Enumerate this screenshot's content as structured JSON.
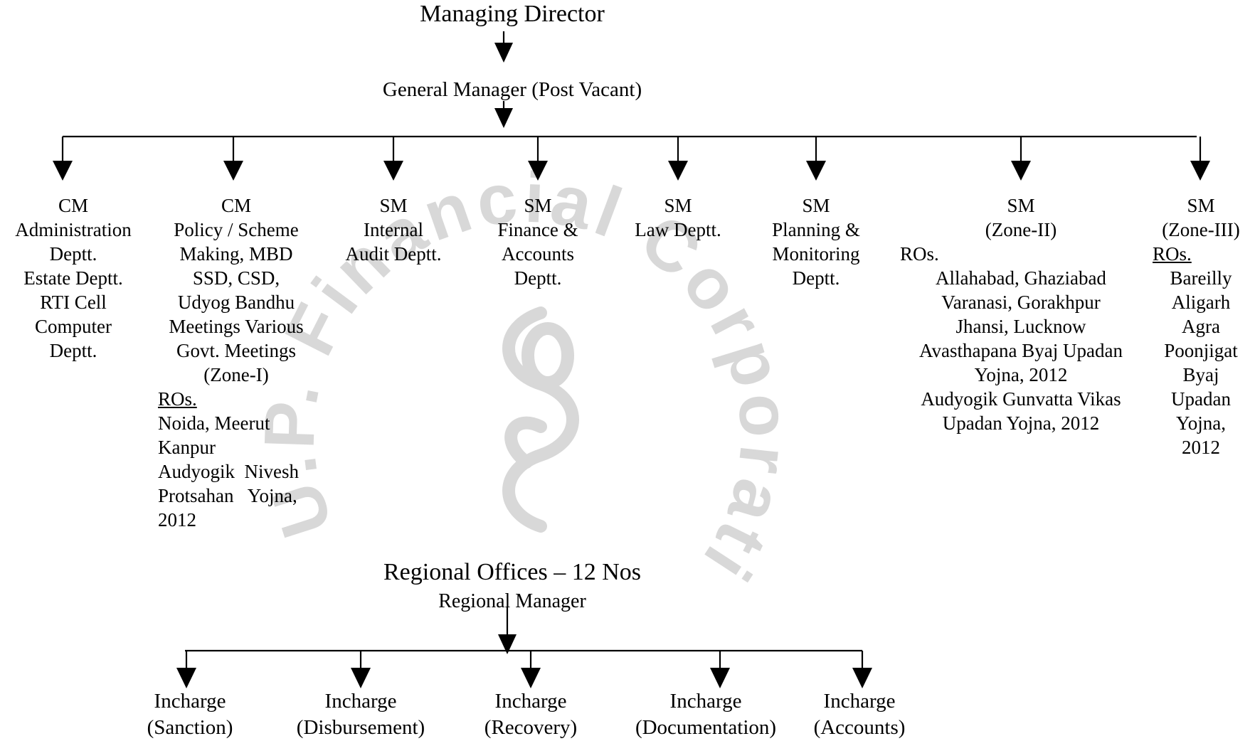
{
  "colors": {
    "line": "#000000",
    "text": "#000000",
    "watermark": "#d8d8d8",
    "background": "#ffffff"
  },
  "top": {
    "title": "Managing Director"
  },
  "gm": {
    "title": "General Manager  (Post Vacant)"
  },
  "departments": [
    {
      "lines": [
        "CM",
        "Administration",
        "Deptt.",
        "Estate Deptt.",
        "RTI Cell",
        "Computer",
        "Deptt."
      ]
    },
    {
      "lines": [
        "CM",
        "Policy / Scheme",
        "Making, MBD",
        "SSD, CSD,",
        "Udyog Bandhu",
        "Meetings Various",
        "Govt. Meetings",
        "(Zone-I)"
      ],
      "ros_label": "ROs.",
      "ros": [
        "Noida, Meerut",
        "Kanpur",
        "Audyogik  Nivesh",
        "Protsahan   Yojna,",
        "2012"
      ]
    },
    {
      "lines": [
        "SM",
        "Internal",
        "Audit Deptt."
      ]
    },
    {
      "lines": [
        "SM",
        "Finance &",
        "Accounts",
        "Deptt."
      ]
    },
    {
      "lines": [
        "SM",
        "Law Deptt."
      ]
    },
    {
      "lines": [
        "SM",
        "Planning &",
        "Monitoring",
        "Deptt."
      ]
    },
    {
      "lines": [
        "SM",
        "(Zone-II)"
      ],
      "ros_label": "ROs.",
      "ros": [
        "Allahabad, Ghaziabad",
        "Varanasi, Gorakhpur",
        "Jhansi, Lucknow",
        "Avasthapana Byaj Upadan",
        "Yojna, 2012",
        "Audyogik Gunvatta Vikas",
        "Upadan Yojna, 2012"
      ]
    },
    {
      "lines": [
        "SM",
        "(Zone-III)"
      ],
      "ros_label": "ROs.",
      "ros": [
        "Bareilly",
        "Aligarh",
        "Agra",
        "Poonjigat",
        "Byaj",
        "Upadan",
        "Yojna,",
        "2012"
      ]
    }
  ],
  "regional": {
    "title": "Regional Offices – 12 Nos",
    "manager": "Regional Manager"
  },
  "incharges": [
    {
      "line1": "Incharge",
      "line2": "(Sanction)"
    },
    {
      "line1": "Incharge",
      "line2": "(Disbursement)"
    },
    {
      "line1": "Incharge",
      "line2": "(Recovery)"
    },
    {
      "line1": "Incharge",
      "line2": "(Documentation)"
    },
    {
      "line1": "Incharge",
      "line2": "(Accounts)"
    }
  ],
  "watermark": {
    "text": "U.P. Financial Corporation"
  }
}
